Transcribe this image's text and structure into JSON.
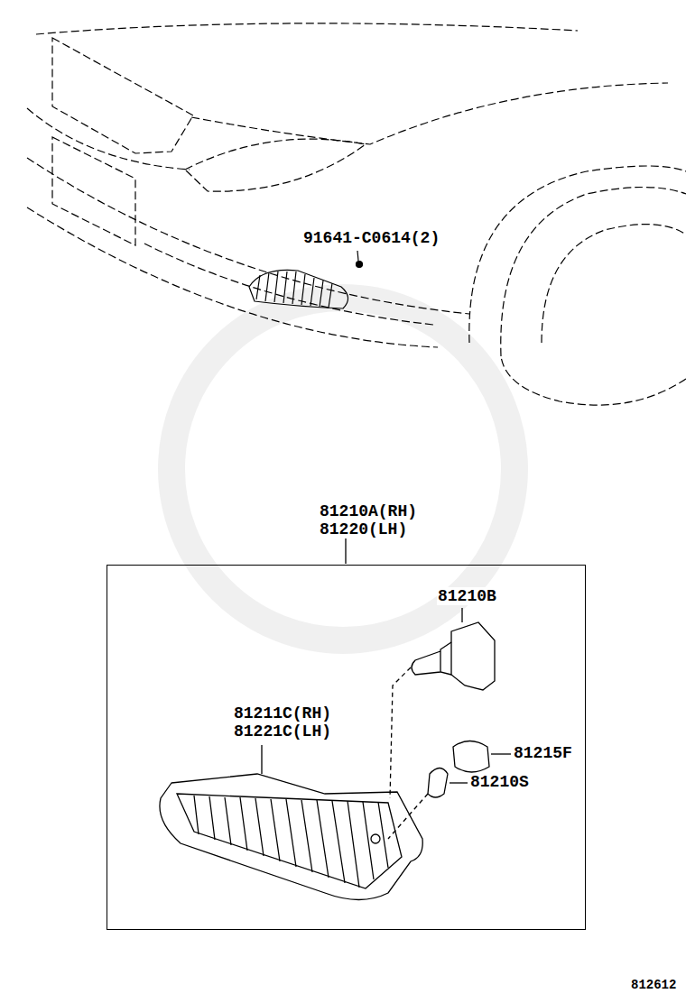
{
  "diagram": {
    "nodes": [
      {
        "text": [
          "81210A(RH) 81220(LH)"
        ]
      }
    ],
    "labels": [
      "91641-C0614(2)",
      "81210B",
      "81211C(RH) 81221C(LH)",
      "81215F",
      "81210S",
      "812612"
    ]
  }
}
